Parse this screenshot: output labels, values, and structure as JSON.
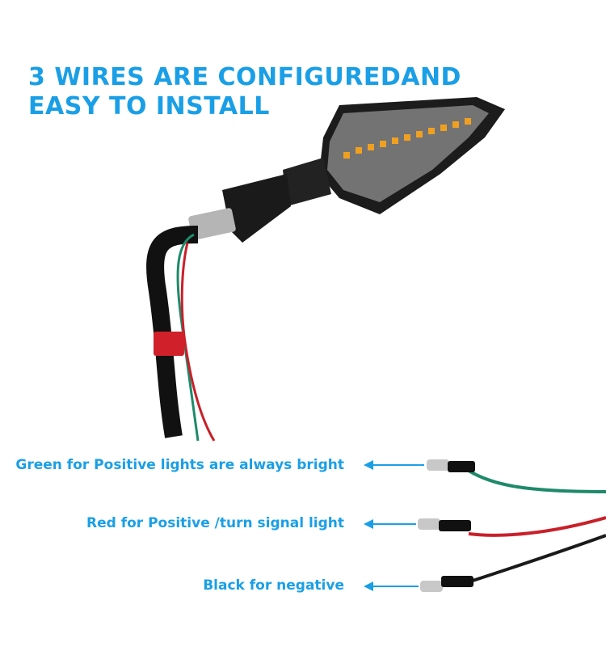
{
  "headline": {
    "line1": "3 WIRES ARE CONFIGUREDAND",
    "line2": "EASY TO INSTALL"
  },
  "wire_labels": [
    {
      "text": "Green for Positive lights are always bright",
      "wire_color": "#1e8a6a"
    },
    {
      "text": "Red for Positive /turn signal light",
      "wire_color": "#c8202a"
    },
    {
      "text": "Black for negative",
      "wire_color": "#1a1a1a"
    }
  ],
  "colors": {
    "accent": "#1a9fe6",
    "led": "#f0a020"
  }
}
